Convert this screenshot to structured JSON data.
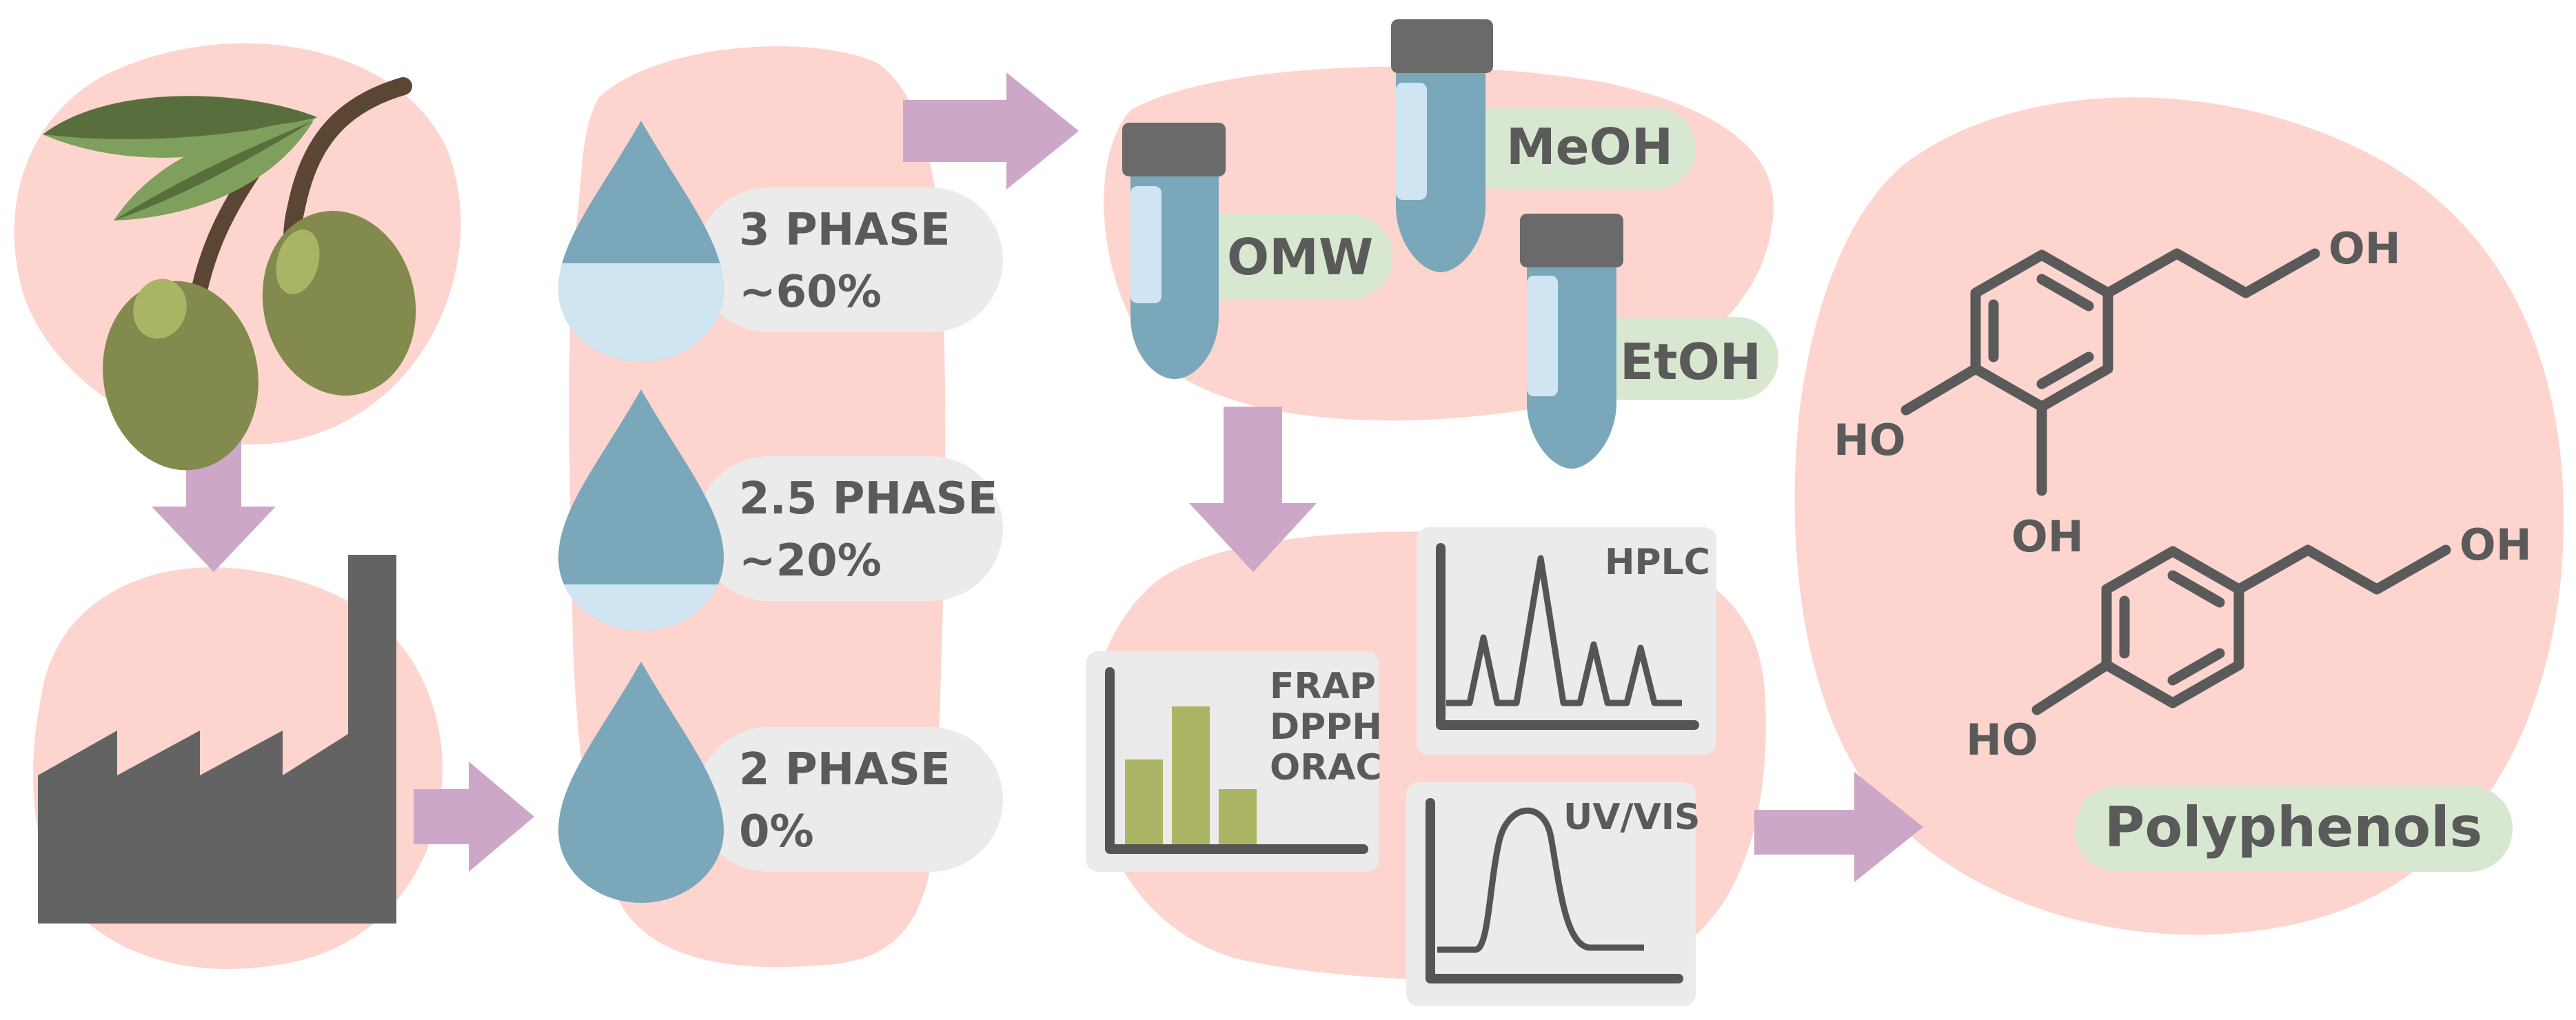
{
  "colors": {
    "blob": "#fdd5ce",
    "arrow": "#cda7c8",
    "pill_gray": "#ebebeb",
    "pill_green": "#d8e8d0",
    "text": "#5a5a5a",
    "factory": "#636363",
    "drop_dark": "#7ba7bb",
    "drop_light": "#cfe5f2",
    "tube_cap": "#6a6a6a",
    "olive": "#838a4e",
    "olive_highlight": "#a9b564",
    "leaf_dark": "#586f3d",
    "leaf_light": "#7fa05c",
    "branch": "#5a4632",
    "bar": "#adb464",
    "chart_bg": "#ebebeb",
    "chart_line": "#555555"
  },
  "icons": [
    "olive-branch-icon",
    "factory-icon",
    "water-drop-icon",
    "test-tube-icon",
    "bar-chart-icon",
    "chromatogram-icon",
    "spectrum-icon",
    "molecule-icon"
  ],
  "phases": [
    {
      "line1": "3 PHASE",
      "line2": "~60%"
    },
    {
      "line1": "2.5 PHASE",
      "line2": "~20%"
    },
    {
      "line1": "2 PHASE",
      "line2": "0%"
    }
  ],
  "tubes": {
    "omw": "OMW",
    "meoh": "MeOH",
    "etoh": "EtOH"
  },
  "assays": {
    "frap": "FRAP",
    "dpph": "DPPH",
    "orac": "ORAC",
    "hplc": "HPLC",
    "uvvis": "UV/VIS"
  },
  "molecules": {
    "hydroxytyrosol": {
      "oh_top": "OH",
      "ho_left": "HO",
      "oh_bottom": "OH"
    },
    "tyrosol": {
      "oh_top": "OH",
      "ho_left": "HO"
    }
  },
  "result_label": "Polyphenols"
}
